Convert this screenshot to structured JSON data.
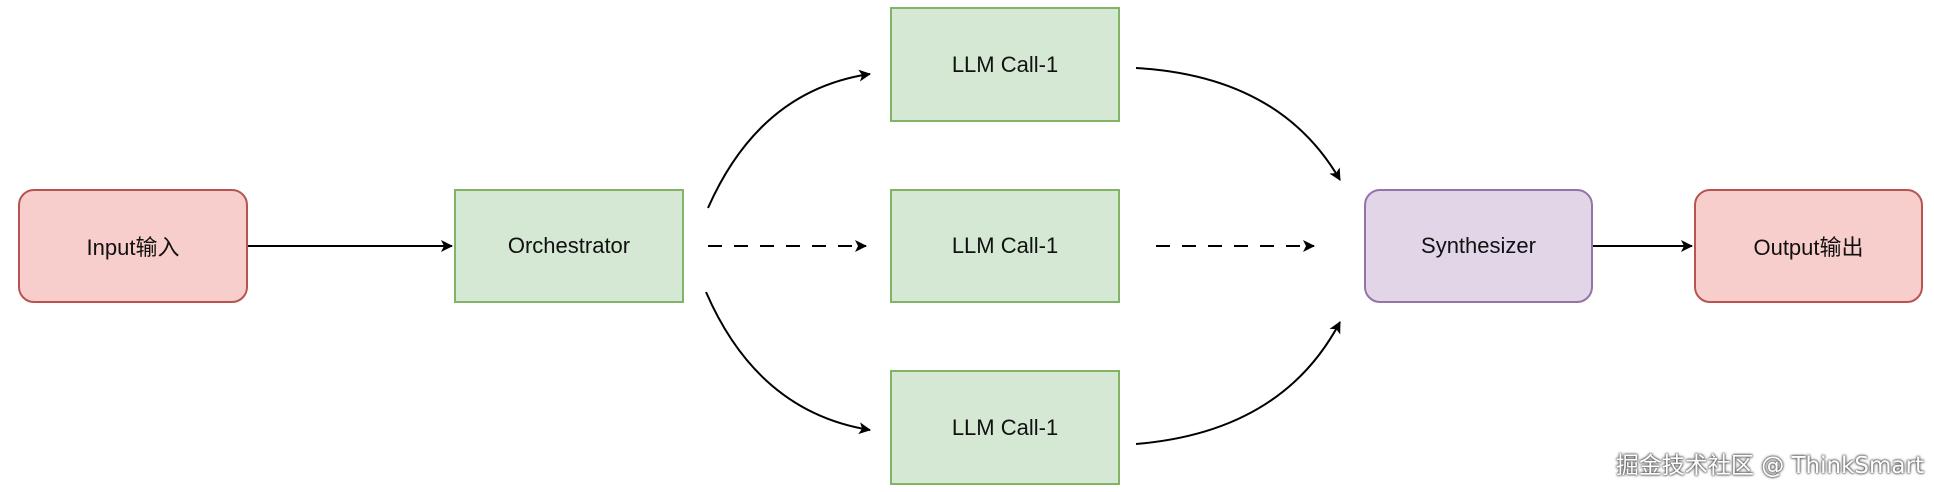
{
  "nodes": {
    "input": "Input输入",
    "orchestrator": "Orchestrator",
    "llm_call_top": "LLM Call-1",
    "llm_call_middle": "LLM Call-1",
    "llm_call_bottom": "LLM Call-1",
    "synthesizer": "Synthesizer",
    "output": "Output输出"
  },
  "edges": [
    {
      "from": "input",
      "to": "orchestrator",
      "style": "solid"
    },
    {
      "from": "orchestrator",
      "to": "llm_call_top",
      "style": "solid"
    },
    {
      "from": "orchestrator",
      "to": "llm_call_middle",
      "style": "dashed"
    },
    {
      "from": "orchestrator",
      "to": "llm_call_bottom",
      "style": "solid"
    },
    {
      "from": "llm_call_top",
      "to": "synthesizer",
      "style": "solid"
    },
    {
      "from": "llm_call_middle",
      "to": "synthesizer",
      "style": "dashed"
    },
    {
      "from": "llm_call_bottom",
      "to": "synthesizer",
      "style": "solid"
    },
    {
      "from": "synthesizer",
      "to": "output",
      "style": "solid"
    }
  ],
  "colors": {
    "input_output_fill": "#f8cecc",
    "input_output_stroke": "#b85450",
    "llm_fill": "#d5e8d4",
    "llm_stroke": "#82b366",
    "synth_fill": "#e1d5e7",
    "synth_stroke": "#9673a6"
  },
  "watermark": "掘金技术社区 @ ThinkSmart"
}
